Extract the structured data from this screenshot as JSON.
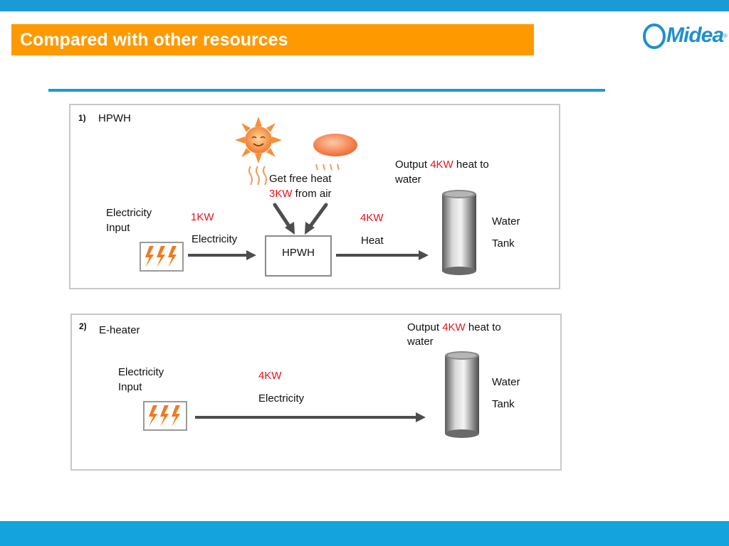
{
  "header": {
    "title": "Compared with other resources",
    "logo_text": "Midea",
    "logo_mark": "®"
  },
  "panel1": {
    "number": "1)",
    "name": "HPWH",
    "electricity_input": [
      "Electricity",
      "Input"
    ],
    "power_value": "1KW",
    "power_label": "Electricity",
    "free_heat_line1": "Get free heat",
    "free_heat_value": "3KW",
    "free_heat_suffix": " from air",
    "device_label": "HPWH",
    "heat_value": "4KW",
    "heat_label": "Heat",
    "output_prefix": "Output ",
    "output_value": "4KW",
    "output_suffix": " heat to",
    "output_line2": "water",
    "tank_label": [
      "Water",
      "Tank"
    ]
  },
  "panel2": {
    "number": "2)",
    "name": "E-heater",
    "electricity_input": [
      "Electricity",
      "Input"
    ],
    "power_value": "4KW",
    "power_label": "Electricity",
    "output_prefix": "Output ",
    "output_value": "4KW",
    "output_suffix": " heat to",
    "output_line2": "water",
    "tank_label": [
      "Water",
      "Tank"
    ]
  },
  "colors": {
    "accent_blue": "#1a9ad6",
    "title_orange": "#ff9900",
    "highlight_red": "#e4141b"
  },
  "icons": [
    "sun-icon",
    "warm-air-icon",
    "heat-wave-icon",
    "lightning-icon",
    "water-tank-icon",
    "arrow-icon"
  ]
}
